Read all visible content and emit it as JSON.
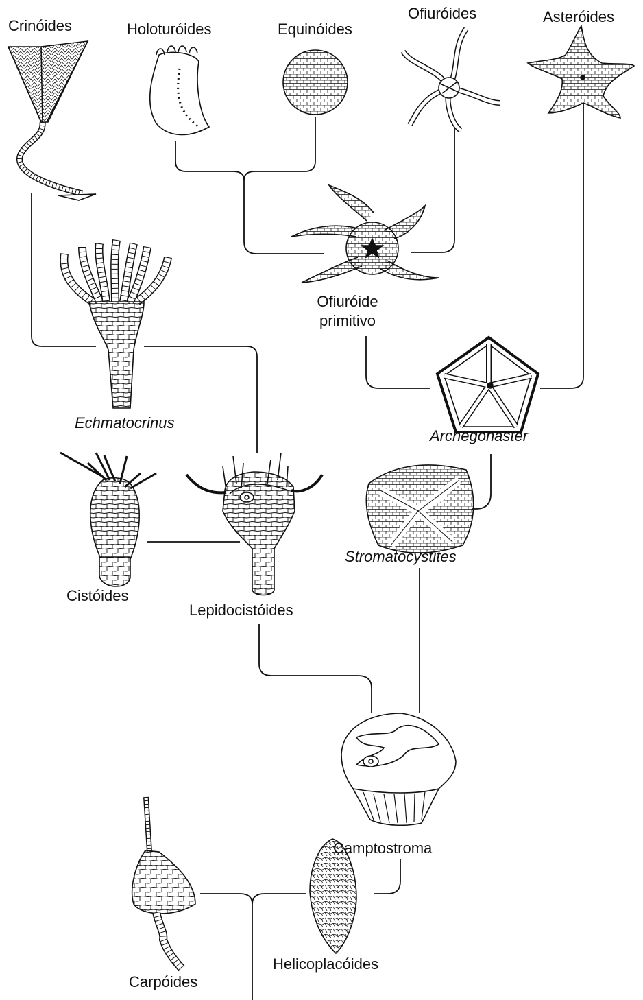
{
  "taxa": {
    "crinoides": "Crinóides",
    "holoturoides": "Holoturóides",
    "equinoides": "Equinóides",
    "ofiuroides": "Ofiuróides",
    "asteroides": "Asteróides",
    "ofiuroide_primitivo_1": "Ofiuróide",
    "ofiuroide_primitivo_2": "primitivo",
    "echmatocrinus": "Echmatocrinus",
    "archegonaster": "Archegonaster",
    "stromatocystites": "Stromatocystites",
    "cistoides": "Cistóides",
    "lepidocistoides": "Lepidocistóides",
    "camptostroma": "Camptostroma",
    "helicoplacoides": "Helicoplacóides",
    "carpoides": "Carpóides"
  },
  "style": {
    "line_color": "#111111",
    "background": "#ffffff"
  }
}
